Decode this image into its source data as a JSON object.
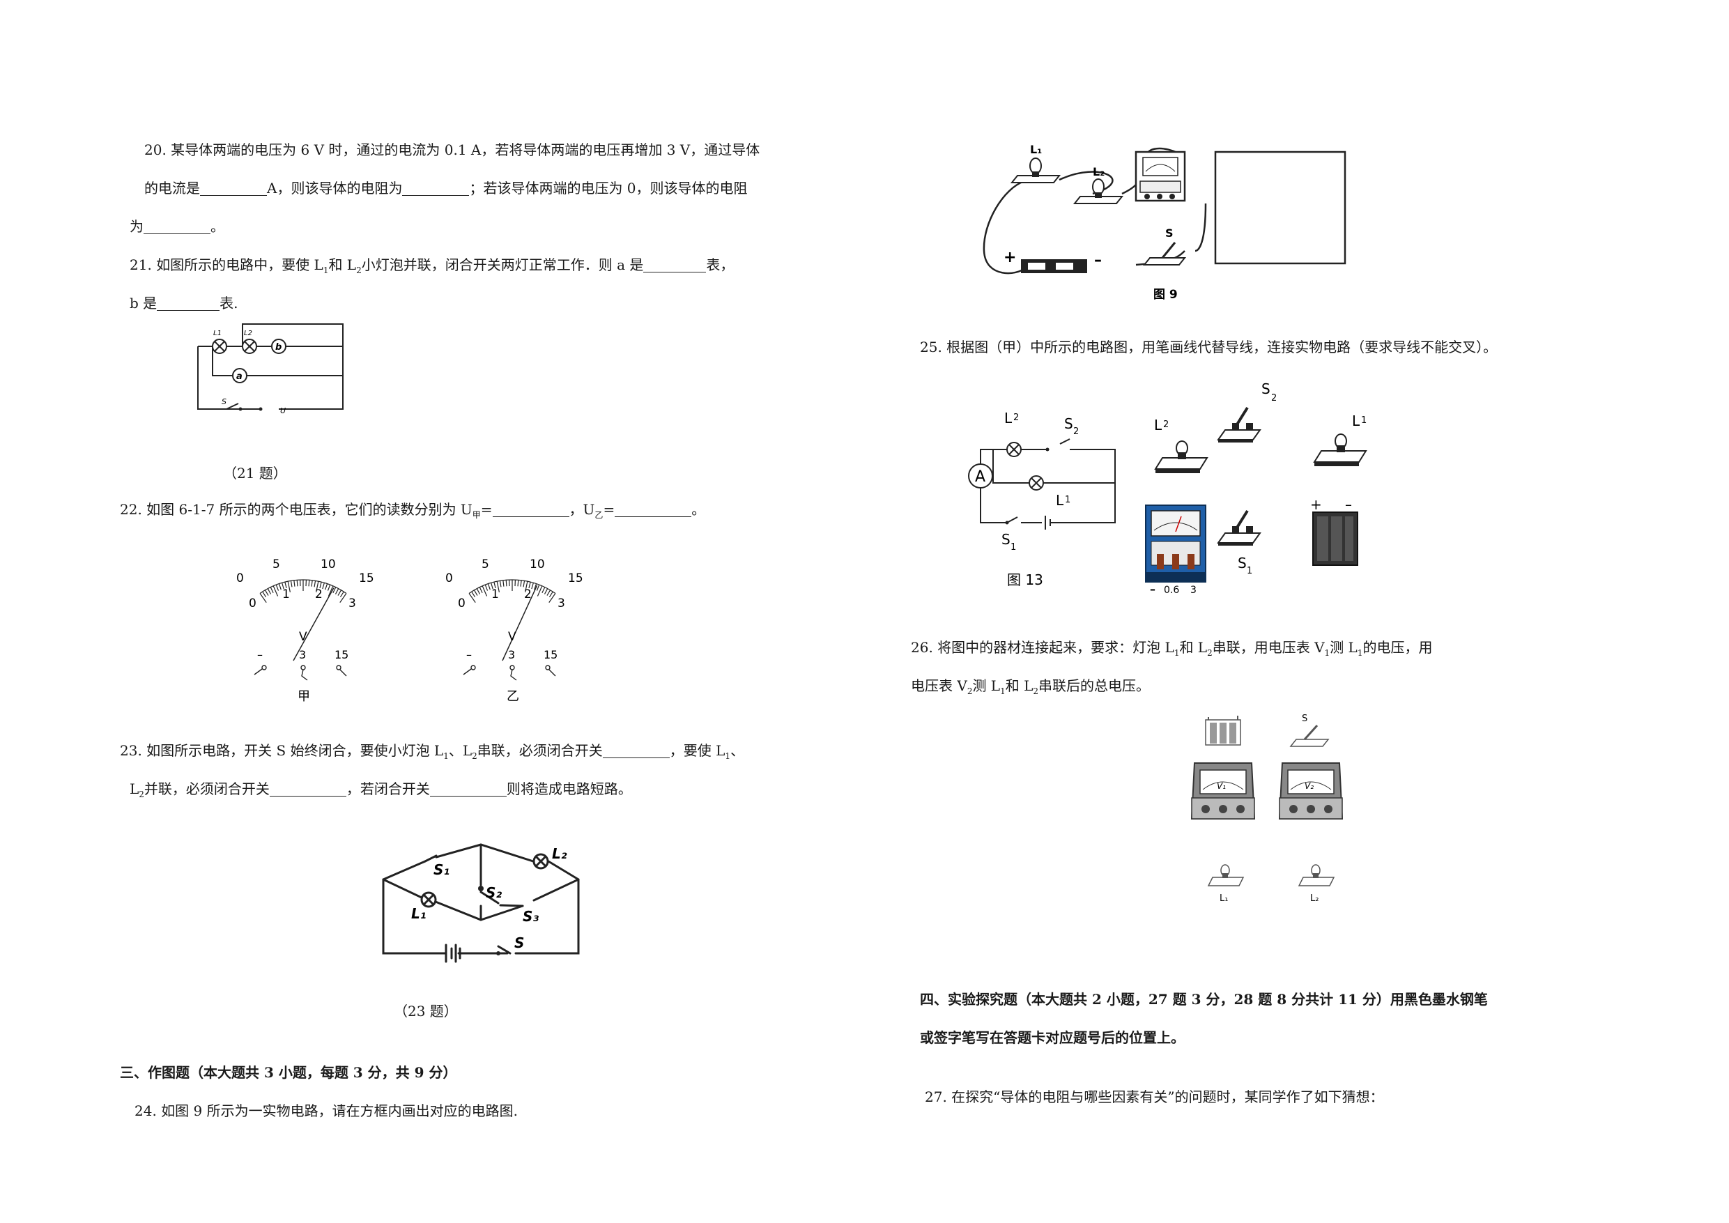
{
  "q20": {
    "line1": "20. 某导体两端的电压为 6 V 时，通过的电流为 0.1 A，若将导体两端的电压再增加 3 V，通过导体",
    "line2_a": "的电流是",
    "line2_b": "A，则该导体的电阻为",
    "line2_c": "；若该导体两端的电压为 0，则该导体的电阻",
    "line3": "为",
    "line3_end": "。"
  },
  "q21": {
    "line1_a": "21.  如图所示的电路中，要使 L",
    "line1_b": "和 L",
    "line1_c": "小灯泡并联，闭合开关两灯正常工作．则 a 是",
    "line1_d": "表，",
    "sub1": "1",
    "sub2": "2",
    "line2_a": "b 是",
    "line2_b": "表.",
    "caption": "（21 题）",
    "fig": {
      "L1": "L1",
      "L2": "L2",
      "a": "a",
      "b": "b",
      "S": "S",
      "U": "U"
    }
  },
  "q22": {
    "line_a": "22. 如图 6-1-7 所示的两个电压表，它们的读数分别为 U",
    "sub_jia": "甲",
    "line_b": "=",
    "line_c": "，U",
    "sub_yi": "乙",
    "line_d": "=",
    "line_e": "。",
    "meter_jia": {
      "upper": [
        "0",
        "5",
        "10",
        "15"
      ],
      "lower": [
        "0",
        "1",
        "2",
        "3"
      ],
      "unit": "V",
      "terms": [
        "–",
        "3",
        "15"
      ],
      "label": "甲",
      "needle_fraction": 0.85
    },
    "meter_yi": {
      "upper": [
        "0",
        "5",
        "10",
        "15"
      ],
      "lower": [
        "0",
        "1",
        "2",
        "3"
      ],
      "unit": "V",
      "terms": [
        "–",
        "3",
        "15"
      ],
      "label": "乙",
      "needle_fraction": 0.78
    }
  },
  "q23": {
    "line1_a": "23. 如图所示电路，开关 S 始终闭合，要使小灯泡 L",
    "line1_b": "、L",
    "line1_c": "串联，必须闭合开关",
    "line1_d": "，要使 L",
    "line1_e": "、",
    "sub1": "1",
    "sub2": "2",
    "line2_a": "L",
    "line2_b": "并联，必须闭合开关",
    "line2_c": "，若闭合开关",
    "line2_d": "则将造成电路短路。",
    "caption": "（23 题）",
    "fig": {
      "S1": "S₁",
      "S2": "S₂",
      "S3": "S₃",
      "L1": "L₁",
      "L2": "L₂",
      "S": "S"
    }
  },
  "section3": {
    "heading": "三、作图题（本大题共 3 小题，每题 3 分，共 9 分）"
  },
  "q24": {
    "text": "24.  如图 9 所示为一实物电路，请在方框内画出对应的电路图.",
    "fig_label": "图 9",
    "fig": {
      "L1": "L₁",
      "L2": "L₂",
      "S": "S",
      "plus": "+",
      "minus": "–"
    }
  },
  "q25": {
    "text": "25.  根据图（甲）中所示的电路图，用笔画线代替导线，连接实物电路（要求导线不能交叉）。",
    "fig_label": "图 13",
    "fig": {
      "L2": "L",
      "L2sub": "2",
      "S2": "S",
      "S2sub": "2",
      "L1": "L",
      "L1sub": "1",
      "S1": "S",
      "S1sub": "1",
      "A": "A",
      "scale": [
        "–",
        "0.6",
        "3"
      ],
      "plus": "+",
      "minus": "–"
    }
  },
  "q26": {
    "line1_a": "26. 将图中的器材连接起来，要求：灯泡 L",
    "line1_b": "和 L",
    "line1_c": "串联，用电压表 V",
    "line1_d": "测 L",
    "line1_e": "的电压，用",
    "sub1": "1",
    "sub2": "2",
    "line2_a": "电压表 V",
    "line2_b": "测 L",
    "line2_c": "和 L",
    "line2_d": "串联后的总电压。",
    "fig": {
      "S": "S",
      "V1": "V₁",
      "V2": "V₂",
      "L1": "L₁",
      "L2": "L₂"
    }
  },
  "section4": {
    "line1": "四、实验探究题（本大题共 2 小题，27 题 3 分，28 题 8 分共计 11 分）用黑色墨水钢笔",
    "line2": "或签字笔写在答题卡对应题号后的位置上。"
  },
  "q27": {
    "text": "27.  在探究“导体的电阻与哪些因素有关”的问题时，某同学作了如下猜想："
  }
}
